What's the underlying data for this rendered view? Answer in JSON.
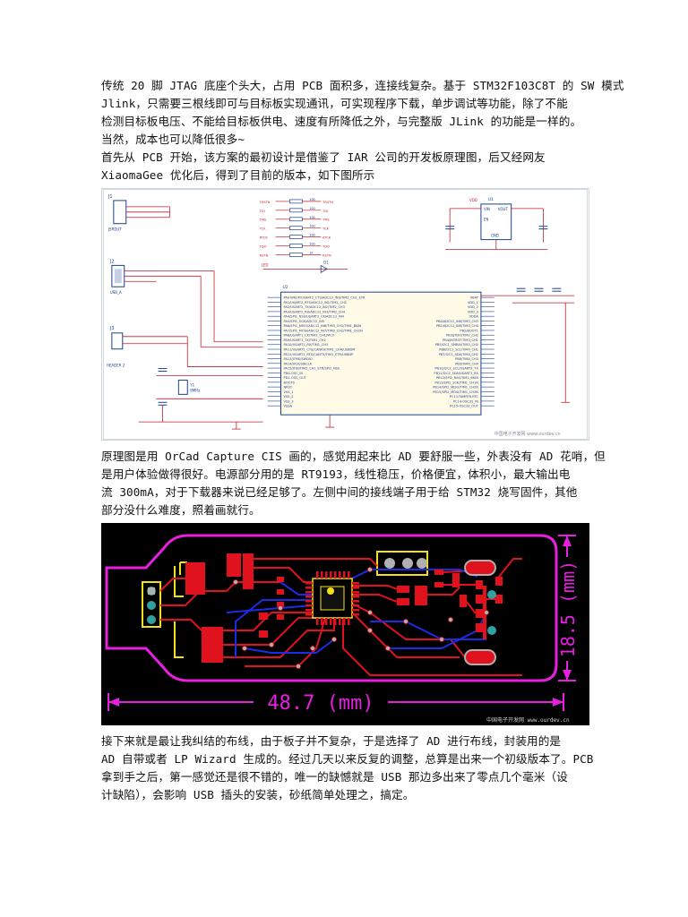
{
  "paragraphs": [
    [
      "传统 20 脚 JTAG 底座个头大，占用 PCB 面积多，连接线复杂。基于 STM32F103C8T 的 SW 模式",
      "Jlink，只需要三根线即可与目标板实现通讯，可实现程序下载，单步调试等功能，除了不能",
      "检测目标板电压、不能给目标板供电、速度有所降低之外，与完整版 JLink 的功能是一样的。",
      "当然，成本也可以降低很多~",
      "首先从 PCB 开始，该方案的最初设计是借鉴了 IAR 公司的开发板原理图，后又经网友",
      "XiaomaGee 优化后，得到了目前的版本，如下图所示"
    ],
    [
      "原理图是用 OrCad Capture CIS 画的，感觉用起来比 AD 要舒服一些，外表没有 AD 花哨，但",
      "是用户体验做得很好。电源部分用的是 RT9193，线性稳压，价格便宜，体积小，最大输出电",
      "流 300mA，对于下载器来说已经足够了。左侧中间的接线端子用于给 STM32 烧写固件，其他",
      "部分没什么难度，照着画就行。"
    ],
    [
      "接下来就是最让我纠结的布线，由于板子并不复杂，于是选择了 AD 进行布线，封装用的是",
      "AD 自带或者 LP Wizard 生成的。经过几天以来反复的调整，总算是出来一个初级版本了。PCB",
      "拿到手之后，第一感觉还是很不错的，唯一的缺憾就是 USB 那边多出来了零点几个毫米（设",
      "计缺陷），会影响 USB 插头的安装，砂纸简单处理之，搞定。"
    ]
  ],
  "schematic": {
    "watermark": "中国电子开发网 www.ourdev.cn",
    "labels": {
      "j1": "J1",
      "j2": "J2",
      "j3": "J3",
      "u2": "U2",
      "u1": "U1",
      "jsrdut": "JSRDUT",
      "usb_a": "USB_A",
      "header": "HEADER 2",
      "vdd": "VDD",
      "vin": "VIN",
      "vout": "VOUT",
      "en": "EN",
      "gnd": "GND",
      "led": "LED",
      "d1": "D1",
      "y1": "Y1",
      "xtal": "8MHz",
      "mcu": "STM32F103C8T"
    },
    "signals_left": [
      "TRSTN",
      "TDI",
      "TMS",
      "TCK",
      "RTCK",
      "TDO",
      "RSTN"
    ],
    "pins_left": [
      "PA0-WKUP/USART2_CTS/ADC12_IN0/TIM2_CH1_ETR",
      "PA1/USART2_RTS/ADC12_IN1/TIM2_CH2",
      "PA2/USART2_TX/ADC12_IN2/TIM2_CH3",
      "PA3/USART2_RX/ADC12_IN3/TIM2_CH4",
      "PA4/SPI1_NSS/USART2_CK/ADC12_IN4",
      "PA5/SPI1_SCK/ADC12_IN5",
      "PA6/SPI1_MISO/ADC12_IN6/TIM3_CH1/TIM1_BKIN",
      "PA7/SPI1_MOSI/ADC12_IN7/TIM3_CH2/TIM1_CH1N",
      "PA8/USART1_CK/TIM1_CH1/MCO",
      "PA9/USART1_TX/TIM1_CH2",
      "PA10/USART1_RX/TIM1_CH3",
      "PA11/USART1_CTS/CANRX/TIM1_CH4/USBDM",
      "PA12/USART1_RTS/CANTX/TIM1_ETR/USBDP",
      "PA13/JTMS/SWDIO",
      "PA14/JTCK/SWCLK",
      "PA15/JTDI/TIM2_CH1_ETR/SPI1_NSS",
      "PD0-OSC_IN",
      "PD1-OSC_OUT",
      "BOOT0",
      "NRST",
      "VSS_1",
      "VSS_2",
      "VSS_3",
      "VSSA"
    ],
    "pins_right": [
      "VBAT",
      "VDD_1",
      "VDD_2",
      "VDD_3",
      "VDDA",
      "PB0/ADC12_IN8/TIM3_CH3",
      "PB1/ADC12_IN9/TIM3_CH4",
      "PB2/BOOT1",
      "PB3/JTDO/TIM2_CH2",
      "PB4/JNTRST/TIM3_CH1",
      "PB5/I2C1_SMBAI/TIM3_CH2",
      "PB6/I2C1_SCL/TIM4_CH1",
      "PB7/I2C1_SDA/TIM4_CH2",
      "PB8/TIM4_CH3",
      "PB9/TIM4_CH4",
      "PB10/I2C2_SCL/USART3_TX",
      "PB11/I2C2_SDA/USART3_RX",
      "PB12/SPI2_NSS/TIM1_BKIN",
      "PB13/SPI2_SCK/TIM1_CH1N",
      "PB14/SPI2_MISO/TIM1_CH2N",
      "PB15/SPI2_MOSI/TIM1_CH3N",
      "PC13-TAMPER-RTC",
      "PC14-OSC32_IN",
      "PC15-OSC32_OUT"
    ],
    "resistor_values": [
      "100",
      "100",
      "100",
      "100",
      "100",
      "100",
      "1K"
    ]
  },
  "pcb": {
    "width_label": "48.7 (mm)",
    "height_label": "18.5 (mm)",
    "watermark": "中国电子开发网 www.ourdev.cn"
  },
  "colors": {
    "board_outline": "#e81ee0",
    "trace_top": "#e0121e",
    "trace_bottom": "#1d2be6",
    "silk": "#f5e11a",
    "pad_via": "#b0b0b0",
    "schematic_wire": "#c51f2a",
    "schematic_part": "#1b3f91"
  }
}
